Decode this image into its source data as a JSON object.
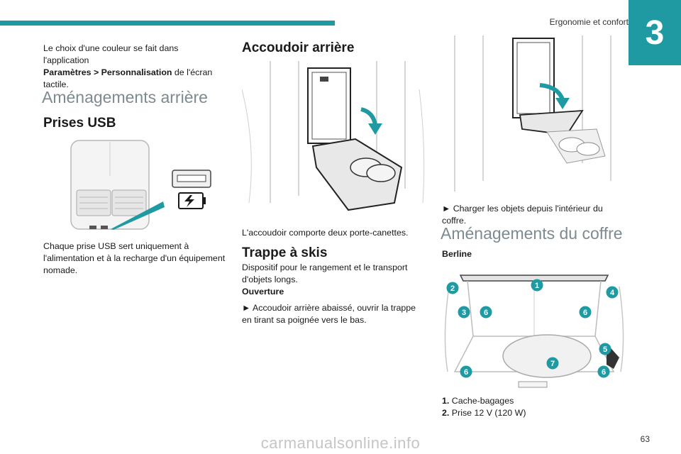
{
  "header": {
    "section_title": "Ergonomie et confort",
    "chapter_number": "3"
  },
  "left": {
    "intro_text": "Le choix d'une couleur se fait dans l'application",
    "intro_bold": "Paramètres > Personnalisation",
    "intro_rest": " de l'écran",
    "intro_last": "tactile.",
    "heading_rear": "Aménagements arrière",
    "heading_usb": "Prises USB",
    "usb_text": "Chaque prise USB sert uniquement à l'alimentation et à la recharge d'un équipement nomade."
  },
  "middle": {
    "heading_armrest": "Accoudoir arrière",
    "armrest_text": "L'accoudoir comporte deux porte-canettes.",
    "heading_ski": "Trappe à skis",
    "ski_text": "Dispositif pour le rangement et le transport d'objets longs.",
    "heading_opening": "Ouverture",
    "opening_bullet": "► Accoudoir arrière abaissé, ouvrir la trappe en tirant sa poignée vers le bas."
  },
  "right": {
    "charge_bullet": "► Charger les objets depuis l'intérieur du coffre.",
    "heading_boot": "Aménagements du coffre",
    "heading_berline": "Berline",
    "callouts": [
      "1",
      "2",
      "3",
      "4",
      "5",
      "6",
      "7"
    ],
    "legend": [
      {
        "num": "1.",
        "label": "Cache-bagages"
      },
      {
        "num": "2.",
        "label": "Prise 12 V (120 W)"
      }
    ]
  },
  "footer": {
    "page_number": "63",
    "watermark": "carmanualsonline.info"
  },
  "colors": {
    "accent": "#1f9aa3",
    "heading_grey": "#7d8a91"
  }
}
